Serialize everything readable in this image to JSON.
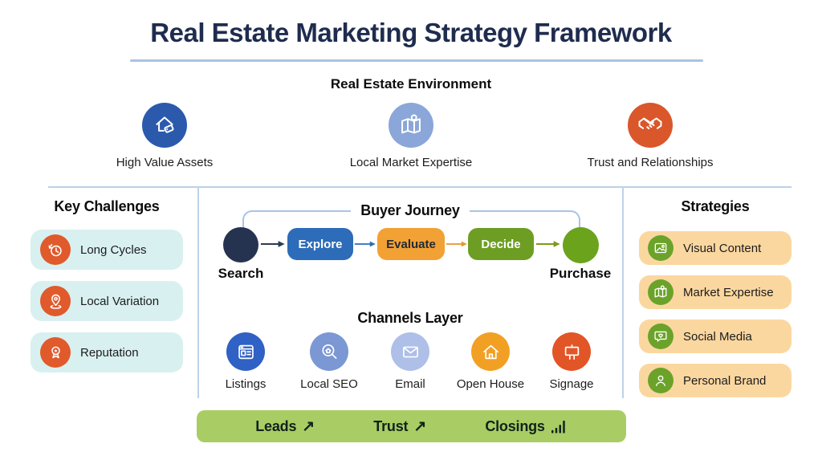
{
  "title": {
    "text": "Real Estate Marketing Strategy Framework",
    "color": "#1f2c4e",
    "underline_color": "#a9c3e1"
  },
  "divider_color": "#bdd1e9",
  "environment": {
    "heading": "Real Estate Environment",
    "items": [
      {
        "label": "High Value Assets",
        "icon": "house-price-tag-icon",
        "color": "#2b5aad"
      },
      {
        "label": "Local Market Expertise",
        "icon": "map-location-icon",
        "color": "#8ba6d8"
      },
      {
        "label": "Trust and Relationships",
        "icon": "handshake-icon",
        "color": "#d9572b"
      }
    ]
  },
  "challenges": {
    "heading": "Key Challenges",
    "card_bg": "#d9f0f1",
    "icon_bg": "#e05a2c",
    "items": [
      {
        "label": "Long Cycles",
        "icon": "history-clock-icon"
      },
      {
        "label": "Local Variation",
        "icon": "location-pin-icon"
      },
      {
        "label": "Reputation",
        "icon": "award-ribbon-icon"
      }
    ]
  },
  "journey": {
    "heading": "Buyer Journey",
    "bracket_color": "#a9c4e4",
    "start": {
      "label": "Search",
      "color": "#263350"
    },
    "end": {
      "label": "Purchase",
      "color": "#6ca31d"
    },
    "steps": [
      {
        "label": "Explore",
        "color": "#2d6cb8",
        "text_color": "#ffffff"
      },
      {
        "label": "Evaluate",
        "color": "#f2a134",
        "text_color": "#222a33"
      },
      {
        "label": "Decide",
        "color": "#6d9e23",
        "text_color": "#ffffff"
      }
    ],
    "arrow_colors": [
      "#2b3a55",
      "#2d6cb8",
      "#e8952f",
      "#7a9b1e"
    ]
  },
  "channels": {
    "heading": "Channels Layer",
    "items": [
      {
        "label": "Listings",
        "icon": "browser-listing-icon",
        "color": "#3061c4"
      },
      {
        "label": "Local SEO",
        "icon": "search-house-icon",
        "color": "#7b97d4"
      },
      {
        "label": "Email",
        "icon": "envelope-icon",
        "color": "#aebfe8"
      },
      {
        "label": "Open House",
        "icon": "open-house-icon",
        "color": "#f2a024"
      },
      {
        "label": "Signage",
        "icon": "yard-sign-icon",
        "color": "#e25527"
      }
    ]
  },
  "strategies": {
    "heading": "Strategies",
    "card_bg": "#fbd7a0",
    "icon_bg": "#6ba32a",
    "items": [
      {
        "label": "Visual Content",
        "icon": "image-icon"
      },
      {
        "label": "Market Expertise",
        "icon": "map-pin-icon"
      },
      {
        "label": "Social Media",
        "icon": "chat-heart-icon"
      },
      {
        "label": "Personal Brand",
        "icon": "person-icon"
      }
    ]
  },
  "outcomes": {
    "bar_color": "#a9cd64",
    "text_color": "#12221a",
    "trend_char": "↗",
    "items": [
      {
        "label": "Leads",
        "icon": "trend-up-icon"
      },
      {
        "label": "Trust",
        "icon": "trend-up-icon"
      },
      {
        "label": "Closings",
        "icon": "bar-chart-icon"
      }
    ]
  }
}
